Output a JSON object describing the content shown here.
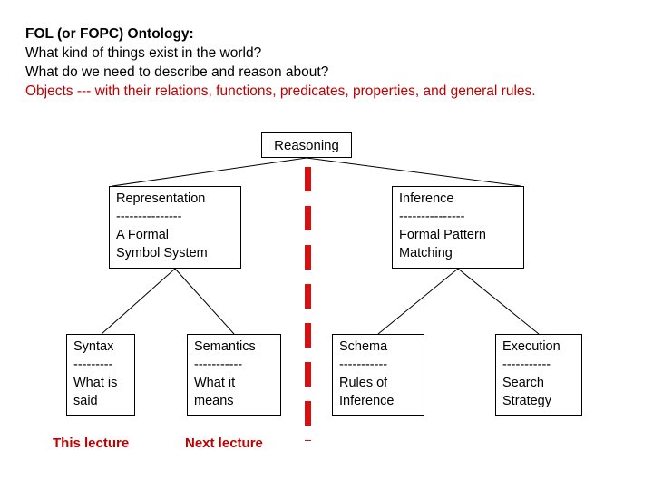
{
  "header": {
    "lines": [
      {
        "text": "FOL (or FOPC) Ontology:",
        "style": "bold"
      },
      {
        "text": "What kind of things exist in the world?",
        "style": "plain"
      },
      {
        "text": "What do we need to describe and reason about?",
        "style": "plain"
      },
      {
        "text": "Objects --- with their relations, functions, predicates, properties, and general rules.",
        "style": "red"
      }
    ],
    "line0": "FOL (or FOPC) Ontology:",
    "line1": "What kind of things exist in the world?",
    "line2": "What do we need to describe and reason about?",
    "line3": "Objects --- with their relations, functions, predicates, properties, and general rules."
  },
  "diagram": {
    "type": "tree",
    "root": "Reasoning",
    "nodes": {
      "reasoning": {
        "title": "Reasoning",
        "rule": "",
        "body_line1": "",
        "body_line2": ""
      },
      "representation": {
        "title": "Representation",
        "rule": "---------------",
        "body_line1": "A Formal",
        "body_line2": "Symbol System"
      },
      "inference": {
        "title": "Inference",
        "rule": "---------------",
        "body_line1": "Formal Pattern",
        "body_line2": "Matching"
      },
      "syntax": {
        "title": "Syntax",
        "rule": "---------",
        "body_line1": "What is",
        "body_line2": "said"
      },
      "semantics": {
        "title": "Semantics",
        "rule": "-----------",
        "body_line1": "What it",
        "body_line2": "means"
      },
      "schema": {
        "title": "Schema",
        "rule": "-----------",
        "body_line1": "Rules of",
        "body_line2": "Inference"
      },
      "execution": {
        "title": "Execution",
        "rule": "-----------",
        "body_line1": "Search",
        "body_line2": "Strategy"
      }
    },
    "edges": [
      {
        "from": "reasoning",
        "to": "representation"
      },
      {
        "from": "reasoning",
        "to": "inference"
      },
      {
        "from": "representation",
        "to": "syntax"
      },
      {
        "from": "representation",
        "to": "semantics"
      },
      {
        "from": "inference",
        "to": "schema"
      },
      {
        "from": "inference",
        "to": "execution"
      }
    ]
  },
  "footer": {
    "this_lecture": "This lecture",
    "next_lecture": "Next lecture"
  },
  "colors": {
    "text": "#000000",
    "accent_red": "#c00000",
    "divider_red": "#d81010",
    "background": "#ffffff"
  }
}
